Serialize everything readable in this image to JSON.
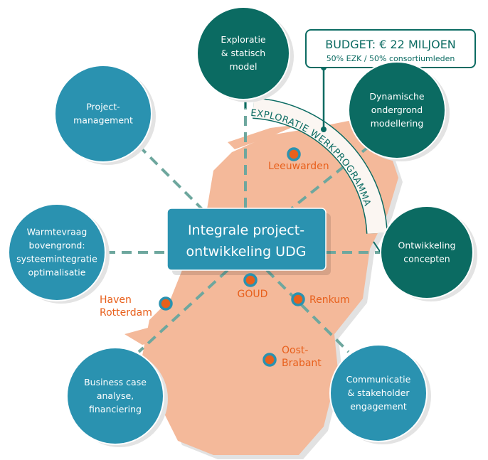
{
  "colors": {
    "dark_teal": "#0b6b62",
    "blue": "#2a92b0",
    "map": "#f4b99a",
    "orange": "#e8601c",
    "dash": "#6ea79e"
  },
  "center": {
    "lines": [
      "Integrale project-",
      "ontwikkeling UDG"
    ]
  },
  "budget": {
    "title": "BUDGET: € 22 MILJOEN",
    "subtitle": "50% EZK / 50% consortiumleden"
  },
  "arc_label": "EXPLORATIE WERKPROGRAMMA",
  "nodes": [
    {
      "id": "project-management",
      "lines": [
        "Project-",
        "management"
      ]
    },
    {
      "id": "exploratie",
      "lines": [
        "Exploratie",
        "& statisch",
        "model"
      ]
    },
    {
      "id": "dynamische",
      "lines": [
        "Dynamische",
        "ondergrond",
        "modellering"
      ]
    },
    {
      "id": "warmtevraag",
      "lines": [
        "Warmtevraag",
        "bovengrond:",
        "systeemintegratie",
        "optimalisatie"
      ]
    },
    {
      "id": "ontwikkeling",
      "lines": [
        "Ontwikkeling",
        "concepten"
      ]
    },
    {
      "id": "business-case",
      "lines": [
        "Business case",
        "analyse,",
        "financiering"
      ]
    },
    {
      "id": "communicatie",
      "lines": [
        "Communicatie",
        "& stakeholder",
        "engagement"
      ]
    }
  ],
  "cities": [
    {
      "lines": [
        "Leeuwarden"
      ]
    },
    {
      "lines": [
        "GOUD"
      ]
    },
    {
      "lines": [
        "Renkum"
      ]
    },
    {
      "lines": [
        "Haven",
        "Rotterdam"
      ]
    },
    {
      "lines": [
        "Oost-",
        "Brabant"
      ]
    }
  ]
}
